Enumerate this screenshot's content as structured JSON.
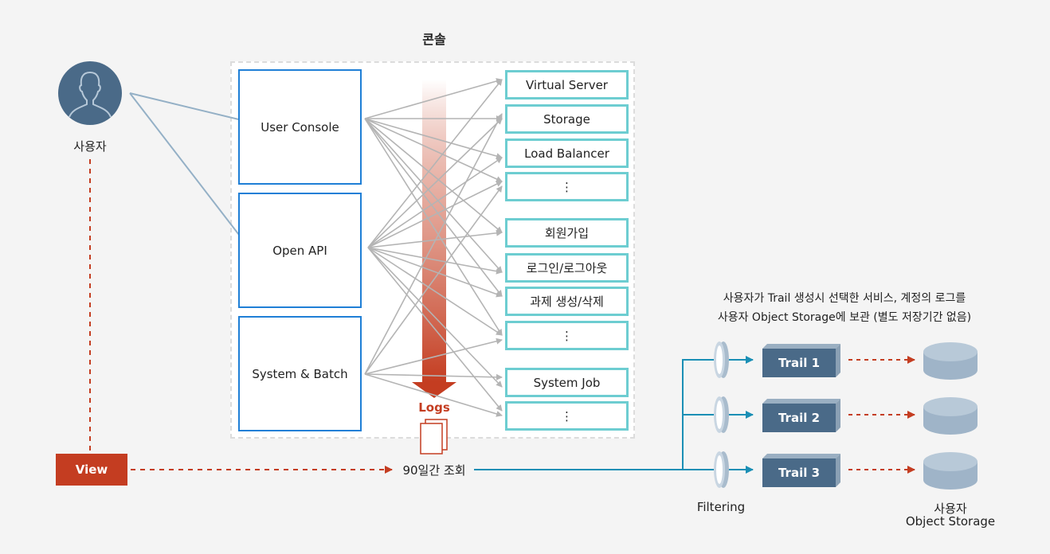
{
  "title": "콘솔",
  "user": {
    "label": "사용자",
    "icon": "user-avatar-icon"
  },
  "view_button": {
    "label": "View"
  },
  "sources": [
    {
      "id": "user-console",
      "label": "User Console"
    },
    {
      "id": "open-api",
      "label": "Open API"
    },
    {
      "id": "system-batch",
      "label": "System & Batch"
    }
  ],
  "targets": [
    {
      "label": "Virtual Server"
    },
    {
      "label": "Storage"
    },
    {
      "label": "Load Balancer"
    },
    {
      "label": "⋮"
    },
    {
      "label": "회원가입"
    },
    {
      "label": "로그인/로그아웃"
    },
    {
      "label": "과제 생성/삭제"
    },
    {
      "label": "⋮"
    },
    {
      "label": "System Job"
    },
    {
      "label": "⋮"
    }
  ],
  "logs": {
    "label": "Logs",
    "icon": "documents-icon"
  },
  "lookup": {
    "label": "90일간 조회"
  },
  "note": {
    "line1": "사용자가 Trail 생성시 선택한 서비스, 계정의 로그를",
    "line2": "사용자 Object Storage에 보관 (별도 저장기간 없음)"
  },
  "filtering": {
    "label": "Filtering"
  },
  "trails": [
    {
      "label": "Trail 1"
    },
    {
      "label": "Trail 2"
    },
    {
      "label": "Trail 3"
    }
  ],
  "storage": {
    "line1": "사용자",
    "line2": "Object Storage"
  },
  "colors": {
    "source_border": "#1f7fd6",
    "target_border": "#6dcdd1",
    "accent_red": "#c43d21",
    "trail_fill": "#4a6a88",
    "flow_blue": "#1a8fb5",
    "connector_gray": "#b4b4b4",
    "user_line": "#94b0c6"
  }
}
